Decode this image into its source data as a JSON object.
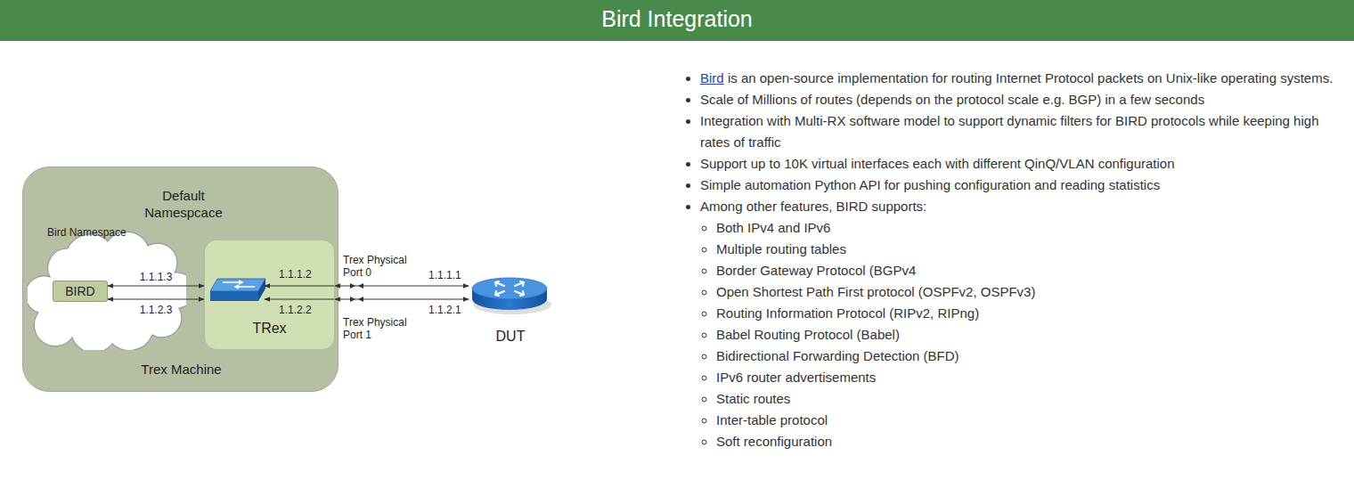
{
  "diagram": {
    "title": "Bird Integration",
    "nodes": [
      {
        "text": [
          "Default Namespcace",
          "Trex Machine"
        ]
      },
      {
        "text": [
          "Bird Namespace"
        ],
        "in": 0
      },
      {
        "text": [
          "BIRD"
        ],
        "in": 1
      },
      {
        "text": [
          "TRex"
        ],
        "in": 0
      },
      {
        "text": [
          "DUT"
        ]
      }
    ],
    "edges": [
      {
        "from": 2,
        "to": 3,
        "arrow": "both",
        "label": "1.1.1.3"
      },
      {
        "from": 2,
        "to": 3,
        "arrow": "both",
        "label": "1.1.2.3"
      },
      {
        "from": 3,
        "to": 4,
        "arrow": "both"
      },
      {
        "from": 3,
        "to": 4,
        "arrow": "both"
      }
    ],
    "labels": [
      "1.1.1.2",
      "1.1.2.2",
      "Trex Physical Port 0",
      "Trex Physical Port 1",
      "1.1.1.1",
      "1.1.2.1",
      "Bird",
      "is an open-source implementation for routing Internet Protocol packets on Unix-like operating systems.",
      "Scale of Millions of routes (depends on the protocol scale e.g. BGP) in a few seconds",
      "Integration with Multi-RX software model to support dynamic filters for BIRD protocols while keeping high rates of traffic",
      "Support up to 10K virtual interfaces each with different QinQ/VLAN configuration",
      "Simple automation Python API for pushing configuration and reading statistics",
      "Among other features, BIRD supports:",
      "Both IPv4 and IPv6",
      "Multiple routing tables",
      "Border Gateway Protocol (BGPv4",
      "Open Shortest Path First protocol (OSPFv2, OSPFv3)",
      "Routing Information Protocol (RIPv2, RIPng)",
      "Babel Routing Protocol (Babel)",
      "Bidirectional Forwarding Detection (BFD)",
      "IPv6 router advertisements",
      "Static routes",
      "Inter-table protocol",
      "Soft reconfiguration"
    ]
  }
}
